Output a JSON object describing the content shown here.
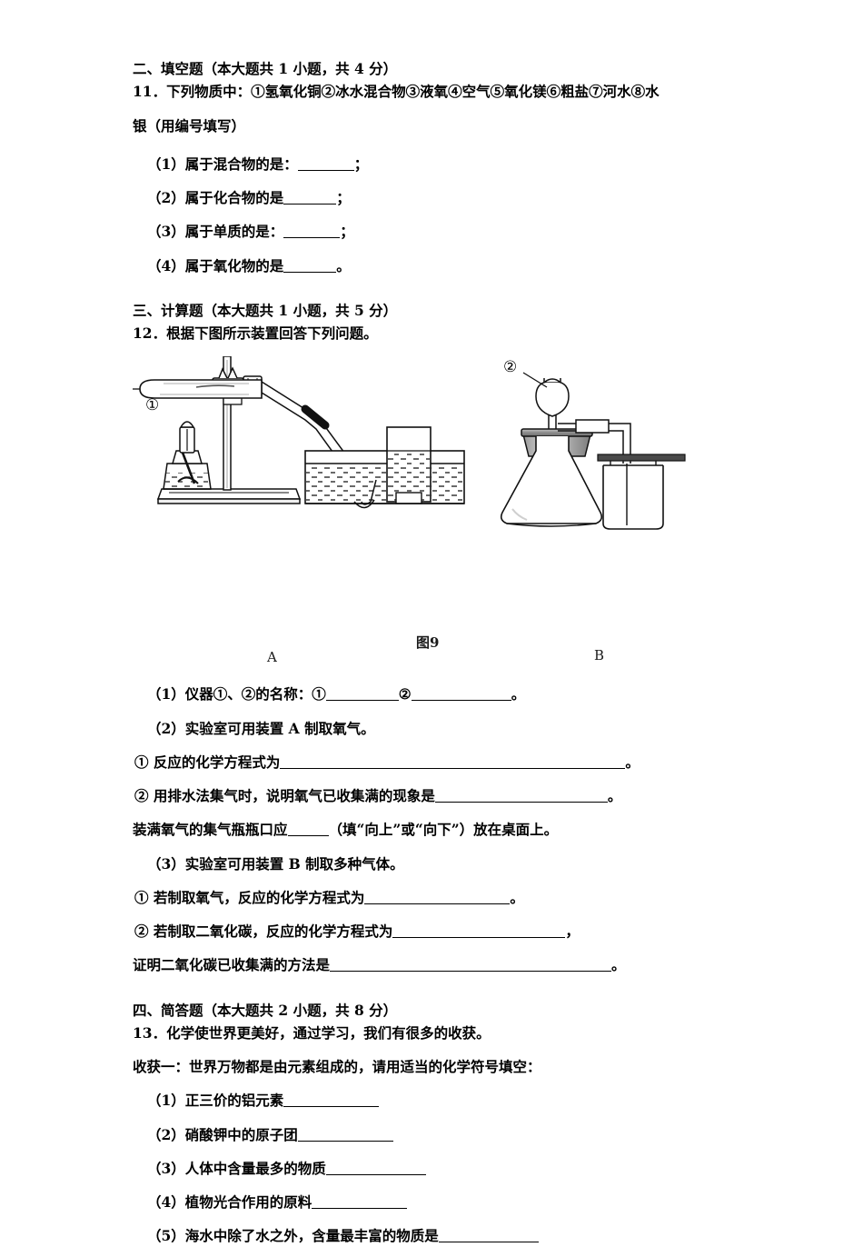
{
  "document": {
    "type": "chemistry-exam-paper",
    "language": "zh-CN"
  },
  "section_fill_blank": {
    "heading": "二、填空题（本大题共 1 小题，共 4 分）",
    "question_11": {
      "number": "11．",
      "stem_line1": "下列物质中：①氢氧化铜②冰水混合物③液氧④空气⑤氧化镁⑥粗盐⑦河水⑧水",
      "stem_line2": "银（用编号填写）",
      "items": [
        {
          "label": "（1）属于混合物的是：",
          "tail": "；"
        },
        {
          "label": "（2）属于化合物的是",
          "tail": "；"
        },
        {
          "label": "（3）属于单质的是：",
          "tail": "；"
        },
        {
          "label": "（4）属于氧化物的是",
          "tail": "。"
        }
      ]
    }
  },
  "section_calculation": {
    "heading": "三、计算题（本大题共 1 小题，共 5 分）",
    "question_12": {
      "number": "12．",
      "stem": "根据下图所示装置回答下列问题。",
      "figure": {
        "caption_center": "图9",
        "label_left": "A",
        "label_right": "B",
        "marker_1": "①",
        "marker_2": "②",
        "apparatus_a_name": "test-tube-heating-gas-collection-over-water",
        "apparatus_b_name": "conical-flask-thistle-funnel-gas-collection"
      },
      "parts": [
        {
          "prefix": "（1）仪器①、②的名称：①",
          "middle": "②",
          "tail": "。"
        },
        {
          "text": "（2）实验室可用装置 A 制取氧气。"
        },
        {
          "prefix": "① 反应的化学方程式为",
          "tail": "。"
        },
        {
          "prefix": "② 用排水法集气时，说明氧气已收集满的现象是",
          "tail": "。"
        },
        {
          "prefix": "装满氧气的集气瓶瓶口应",
          "tail": "（填“向上”或“向下”）放在桌面上。"
        },
        {
          "text": "（3）实验室可用装置 B 制取多种气体。"
        },
        {
          "prefix": "① 若制取氧气，反应的化学方程式为",
          "tail": "。"
        },
        {
          "prefix": "② 若制取二氧化碳，反应的化学方程式为",
          "tail": "，"
        },
        {
          "prefix": "证明二氧化碳已收集满的方法是",
          "tail": "。"
        }
      ]
    }
  },
  "section_short_answer": {
    "heading": "四、简答题（本大题共 2 小题，共 8 分）",
    "question_13": {
      "number": "13．",
      "stem": "化学使世界更美好，通过学习，我们有很多的收获。",
      "subheading": "收获一：世界万物都是由元素组成的，请用适当的化学符号填空：",
      "items": [
        "（1）正三价的铝元素",
        "（2）硝酸钾中的原子团",
        "（3）人体中含量最多的物质",
        "（4）植物光合作用的原料",
        "（5）海水中除了水之外，含量最丰富的物质是"
      ]
    }
  }
}
